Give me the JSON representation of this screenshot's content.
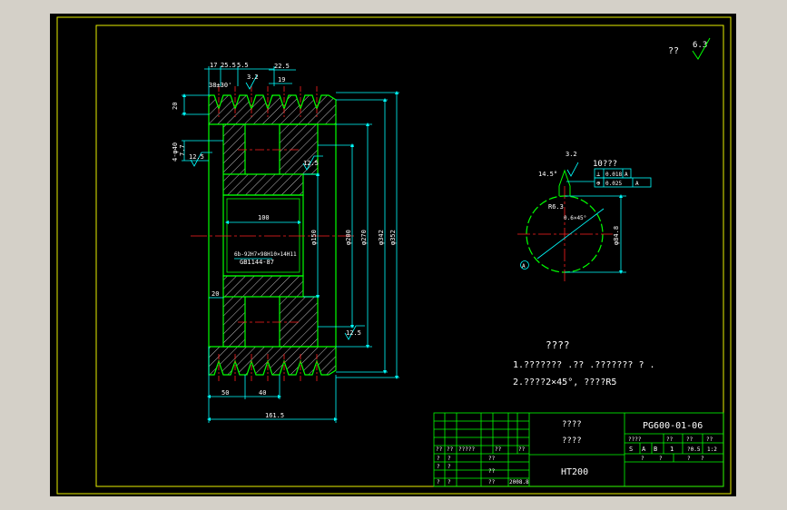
{
  "colors": {
    "background": "#000000",
    "frame": "#e8f000",
    "outline": "#00ff00",
    "dimension": "#00ffff",
    "centerline": "#ff2020",
    "hatch": "#c8c8c8",
    "text": "#ffffff",
    "app_bg": "#d4d0c8"
  },
  "roughness": {
    "corner_symbol": "??",
    "corner_value": "6.3",
    "labels": [
      "12.5",
      "12.5",
      "12.5",
      "3.2",
      "3.2"
    ]
  },
  "section_dims": {
    "top_labels": [
      "17",
      "25.5",
      "5.5",
      "22.5",
      "3.2"
    ],
    "angle": "38±30'",
    "groove_pitch": "19",
    "rim_height": "20",
    "hole_label": "4-φ40",
    "hole_depth": "7.7",
    "bore_length": "100",
    "spline_spec": "6b-92H7×98H10×14H11",
    "spline_std": "GB1144-87",
    "web_thickness": "20",
    "diameters": [
      "φ150",
      "φ200",
      "φ270",
      "φ342",
      "φ352"
    ],
    "bottom_dims": [
      "50",
      "40"
    ],
    "overall_width": "161.5"
  },
  "detail_view": {
    "title": "10???",
    "radius": "R6.3",
    "chamfer": "0.6×45°",
    "pitch_dia": "φ84.8",
    "angle_label": "14.5°",
    "tolerance_rows": [
      {
        "symbol": "⊥",
        "value": "0.018",
        "datum": "A"
      },
      {
        "symbol": "⊕",
        "value": "0.025",
        "datum": "A"
      }
    ],
    "datum_letter": "A",
    "roughness": "3.2"
  },
  "notes": {
    "title": "????",
    "line1": "1.???????  .?? .???????   ?  .",
    "line2": "2.????2×45°,   ????R5"
  },
  "title_block": {
    "drawing_no": "PG600-01-06",
    "name_line1": "????",
    "name_line2": "????",
    "material": "HT200",
    "header_row": [
      "????",
      "??",
      "??",
      "??"
    ],
    "scale_row": [
      "S",
      "A",
      "B",
      "1",
      "?0.5",
      "1:2"
    ],
    "sheet_row": [
      "?",
      "?",
      "?",
      "?"
    ],
    "left_rows": [
      [
        "??",
        "??",
        "?????",
        "??",
        "??"
      ],
      [
        "?",
        "?",
        "",
        "??",
        ""
      ],
      [
        "?",
        "?",
        "",
        "??",
        ""
      ],
      [
        "?",
        "?",
        "",
        "??",
        "2008.8"
      ]
    ]
  }
}
